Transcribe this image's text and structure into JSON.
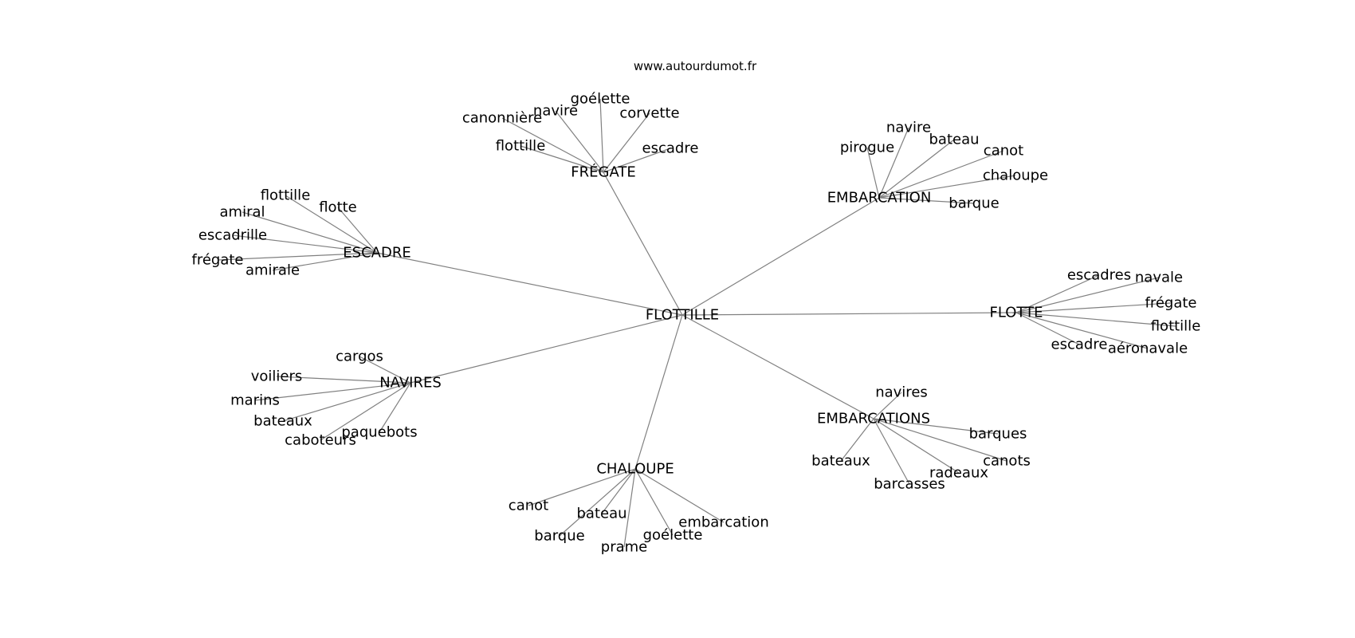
{
  "site": "www.autourdumot.fr",
  "root": "FLOTTILLE",
  "hubs": [
    {
      "label": "FRÉGATE",
      "words": [
        "canonnière",
        "navire",
        "goélette",
        "corvette",
        "flottille",
        "escadre"
      ]
    },
    {
      "label": "EMBARCATION",
      "words": [
        "navire",
        "pirogue",
        "bateau",
        "canot",
        "chaloupe",
        "barque"
      ]
    },
    {
      "label": "ESCADRE",
      "words": [
        "flottille",
        "amiral",
        "flotte",
        "escadrille",
        "frégate",
        "amirale"
      ]
    },
    {
      "label": "FLOTTE",
      "words": [
        "escadres",
        "navale",
        "frégate",
        "flottille",
        "escadre",
        "aéronavale"
      ]
    },
    {
      "label": "NAVIRES",
      "words": [
        "cargos",
        "voiliers",
        "marins",
        "bateaux",
        "paquebots",
        "caboteurs"
      ]
    },
    {
      "label": "EMBARCATIONS",
      "words": [
        "navires",
        "barques",
        "bateaux",
        "canots",
        "radeaux",
        "barcasses"
      ]
    },
    {
      "label": "CHALOUPE",
      "words": [
        "canot",
        "bateau",
        "embarcation",
        "barque",
        "goélette",
        "prame"
      ]
    }
  ]
}
